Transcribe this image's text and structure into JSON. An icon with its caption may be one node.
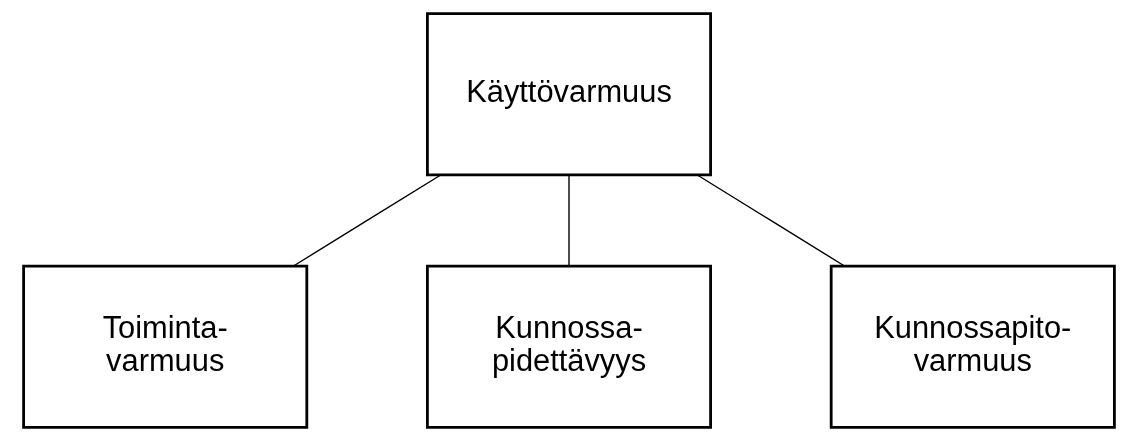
{
  "diagram": {
    "nodes": [
      {
        "text": [
          "Käyttövarmuus"
        ]
      },
      {
        "text": [
          "Toiminta- varmuus"
        ]
      },
      {
        "text": [
          "Kunnossa- pidettävyys"
        ]
      },
      {
        "text": [
          "Kunnossapito- varmuus"
        ]
      }
    ],
    "edges": [
      {
        "from": 0,
        "to": 1,
        "arrow": "none"
      },
      {
        "from": 0,
        "to": 2,
        "arrow": "none"
      },
      {
        "from": 0,
        "to": 3,
        "arrow": "none"
      }
    ]
  }
}
